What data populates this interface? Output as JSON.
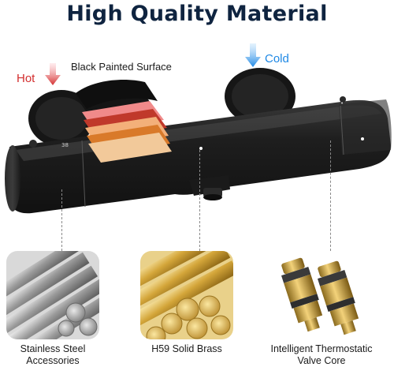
{
  "header": {
    "title": "High Quality Material"
  },
  "callouts": {
    "hot": "Hot",
    "cold": "Cold",
    "surface": "Black Painted Surface"
  },
  "colors": {
    "title": "#0f2440",
    "hot": "#d32f2f",
    "cold": "#1e88e5",
    "product": "#1c1c1c"
  },
  "materials": [
    {
      "line1": "Stainless Steel",
      "line2": "Accessories",
      "icon": "steel-rods-icon"
    },
    {
      "line1": "H59 Solid Brass",
      "line2": "",
      "icon": "brass-rods-icon"
    },
    {
      "line1": "Intelligent Thermostatic",
      "line2": "Valve Core",
      "icon": "valve-core-icon"
    }
  ]
}
